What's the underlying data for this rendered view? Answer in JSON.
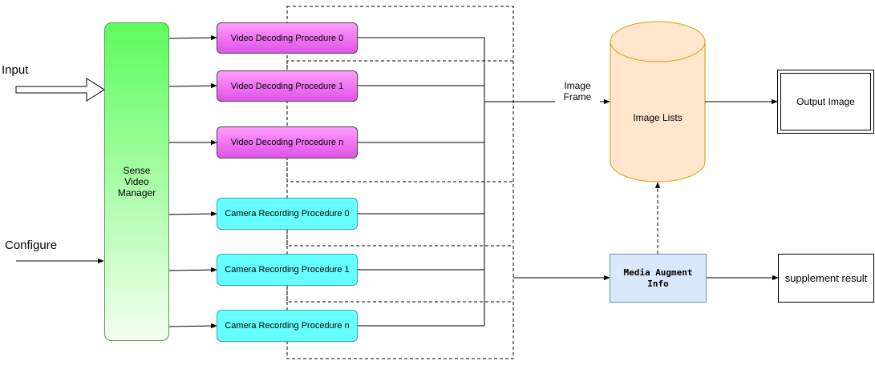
{
  "inputs": {
    "input_label": "Input",
    "configure_label": "Configure"
  },
  "manager": {
    "lines": [
      "Sense",
      "Video",
      "Manager"
    ]
  },
  "video_procedures": [
    "Video Decoding Procedure 0",
    "Video Decoding Procedure 1",
    "Video Decoding Procedure n"
  ],
  "camera_procedures": [
    "Camera Recording Procedure 0",
    "Camera Recording Procedure 1",
    "Camera Recording Procedure n"
  ],
  "edge_labels": {
    "image_frame": [
      "Image",
      "Frame"
    ]
  },
  "image_lists": {
    "label": "Image Lists"
  },
  "output_image": {
    "label": "Output Image"
  },
  "media_augment": {
    "lines": [
      "Media Augment",
      "Info"
    ]
  },
  "supplement_result": {
    "label": "supplement result"
  },
  "colors": {
    "manager_top": "#5dfb5d",
    "manager_bottom": "#f3fff0",
    "video_fill": "#f25ef2",
    "camera_fill": "#66ffff",
    "image_lists_fill": "#ffe6cc",
    "image_lists_stroke": "#d79b00",
    "augment_fill": "#dae8fc",
    "augment_stroke": "#6c8ebf"
  }
}
